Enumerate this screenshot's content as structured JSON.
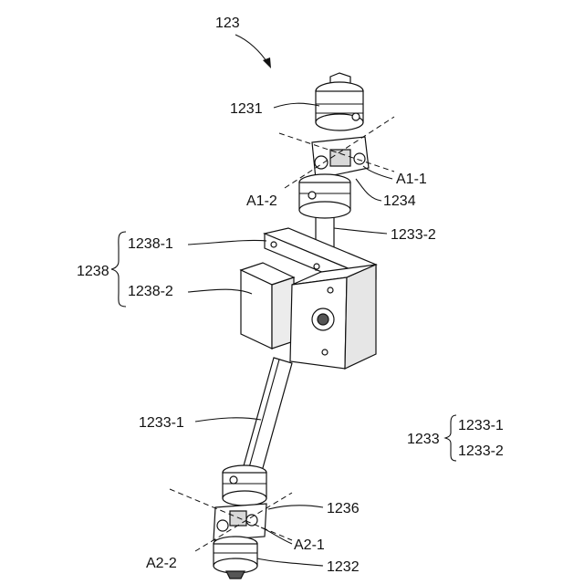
{
  "labels": {
    "assembly": "123",
    "top_joint": "1231",
    "bottom_joint": "1232",
    "shaft_lower": "1233-1",
    "shaft_upper": "1233-2",
    "shaft_group": "1233",
    "group_item_1": "1233-1",
    "group_item_2": "1233-2",
    "top_pin": "1234",
    "bottom_pin": "1236",
    "bracket": "1238",
    "bracket_upper": "1238-1",
    "bracket_lower": "1238-2",
    "axis_a1_1": "A1-1",
    "axis_a1_2": "A1-2",
    "axis_a2_1": "A2-1",
    "axis_a2_2": "A2-2"
  },
  "colors": {
    "line": "#111111",
    "part_fill": "#ffffff",
    "shade": "#d9d9d9",
    "dark": "#444444"
  }
}
